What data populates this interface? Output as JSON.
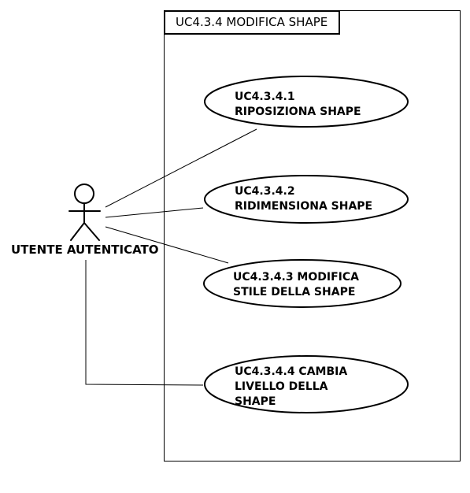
{
  "system": {
    "title": "UC4.3.4 MODIFICA SHAPE"
  },
  "actor": {
    "label": "UTENTE AUTENTICATO"
  },
  "use_cases": [
    {
      "id": "UC4.3.4.1",
      "label": "UC4.3.4.1\nRIPOSIZIONA SHAPE"
    },
    {
      "id": "UC4.3.4.2",
      "label": "UC4.3.4.2\nRIDIMENSIONA SHAPE"
    },
    {
      "id": "UC4.3.4.3",
      "label": "UC4.3.4.3 MODIFICA\nSTILE DELLA SHAPE"
    },
    {
      "id": "UC4.3.4.4",
      "label": "UC4.3.4.4 CAMBIA\nLIVELLO DELLA\nSHAPE"
    }
  ]
}
